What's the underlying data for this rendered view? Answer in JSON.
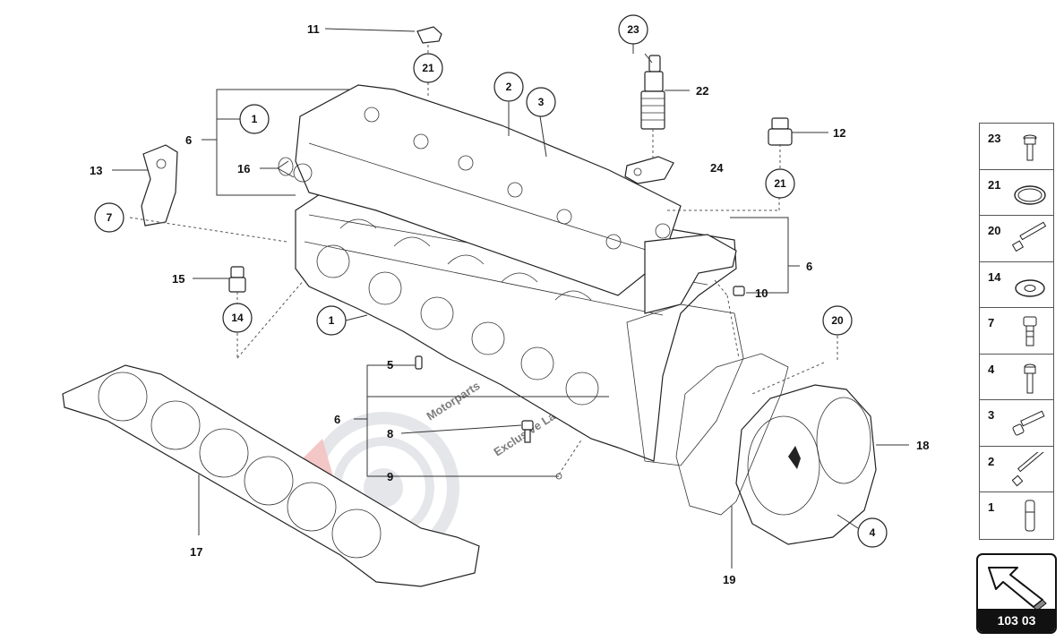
{
  "diagram": {
    "callouts": [
      {
        "id": "c11",
        "label": "11"
      },
      {
        "id": "c21a",
        "label": "21"
      },
      {
        "id": "c23",
        "label": "23"
      },
      {
        "id": "c22",
        "label": "22"
      },
      {
        "id": "c2",
        "label": "2"
      },
      {
        "id": "c3",
        "label": "3"
      },
      {
        "id": "c12",
        "label": "12"
      },
      {
        "id": "c1a",
        "label": "1"
      },
      {
        "id": "c6a",
        "label": "6"
      },
      {
        "id": "c16",
        "label": "16"
      },
      {
        "id": "c13",
        "label": "13"
      },
      {
        "id": "c7",
        "label": "7"
      },
      {
        "id": "c24",
        "label": "24"
      },
      {
        "id": "c21b",
        "label": "21"
      },
      {
        "id": "c6b",
        "label": "6"
      },
      {
        "id": "c10",
        "label": "10"
      },
      {
        "id": "c15",
        "label": "15"
      },
      {
        "id": "c14",
        "label": "14"
      },
      {
        "id": "c1b",
        "label": "1"
      },
      {
        "id": "c20",
        "label": "20"
      },
      {
        "id": "c5",
        "label": "5"
      },
      {
        "id": "c6c",
        "label": "6"
      },
      {
        "id": "c8",
        "label": "8"
      },
      {
        "id": "c9",
        "label": "9"
      },
      {
        "id": "c18",
        "label": "18"
      },
      {
        "id": "c4",
        "label": "4"
      },
      {
        "id": "c17",
        "label": "17"
      },
      {
        "id": "c19",
        "label": "19"
      }
    ],
    "watermark": {
      "brand": "Motorparts",
      "tagline": "Exclusive Lamborghini specialist"
    }
  },
  "legend": [
    {
      "label": "23",
      "icon": "bolt-flange-icon"
    },
    {
      "label": "21",
      "icon": "seal-ring-icon"
    },
    {
      "label": "20",
      "icon": "long-bolt-icon"
    },
    {
      "label": "14",
      "icon": "washer-icon"
    },
    {
      "label": "7",
      "icon": "short-bolt-icon"
    },
    {
      "label": "4",
      "icon": "hex-bolt-icon"
    },
    {
      "label": "3",
      "icon": "angled-bolt-icon"
    },
    {
      "label": "2",
      "icon": "stud-icon"
    },
    {
      "label": "1",
      "icon": "dowel-sleeve-icon"
    }
  ],
  "page": {
    "code": "103 03",
    "icon": "page-turn-arrow-icon"
  },
  "colors": {
    "line": "#222222",
    "watermark": "#b8bcc6",
    "watermark_red": "#e8a0a0"
  }
}
